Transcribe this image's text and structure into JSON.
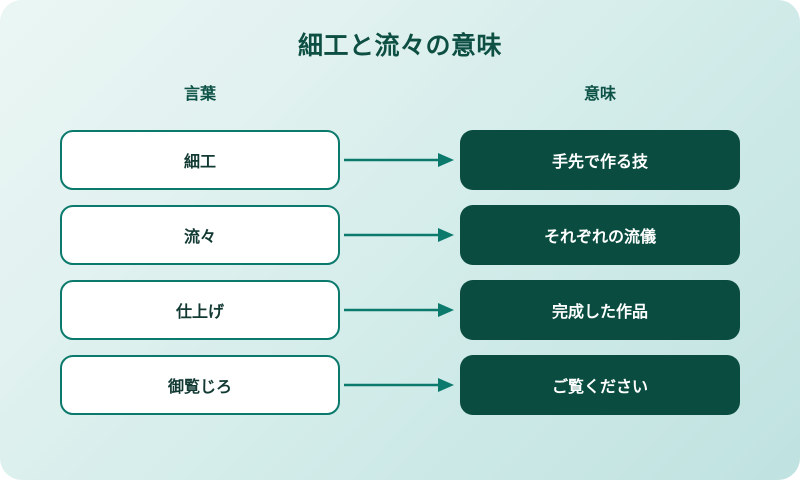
{
  "diagram": {
    "title": "細工と流々の意味",
    "headers": {
      "left": "言葉",
      "right": "意味"
    },
    "rows": [
      {
        "term": "細工",
        "meaning": "手先で作る技"
      },
      {
        "term": "流々",
        "meaning": "それぞれの流儀"
      },
      {
        "term": "仕上げ",
        "meaning": "完成した作品"
      },
      {
        "term": "御覧じろ",
        "meaning": "ご覧ください"
      }
    ],
    "icons": {
      "arrow": "arrow-right-icon"
    },
    "colors": {
      "title_text": "#0d4f42",
      "header_text": "#0d5246",
      "term_border": "#0b7a6c",
      "term_fill": "#ffffff",
      "term_text": "#123a33",
      "meaning_fill": "#0a4d40",
      "meaning_text": "#ffffff",
      "arrow": "#0b7a6c",
      "background_from": "#eaf6f4",
      "background_to": "#bfe2e0"
    }
  }
}
